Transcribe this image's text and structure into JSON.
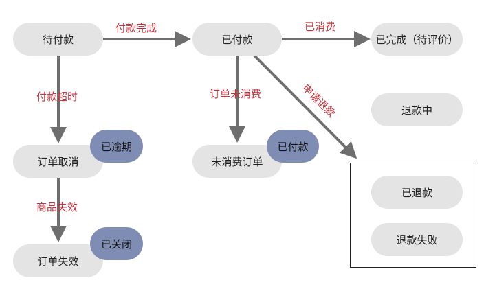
{
  "nodes": {
    "pending_payment": "待付款",
    "paid": "已付款",
    "completed": "已完成（待评价）",
    "refunding": "退款中",
    "order_cancelled": "订单取消",
    "unconsumed_order": "未消费订单",
    "refunded": "已退款",
    "refund_failed": "退款失败",
    "order_invalid": "订单失效"
  },
  "badges": {
    "overdue": "已逾期",
    "paid": "已付款",
    "closed": "已关闭"
  },
  "edge_labels": {
    "payment_complete": "付款完成",
    "consumed": "已消费",
    "apply_refund": "申请退款",
    "payment_timeout": "付款超时",
    "order_unconsumed": "订单未消费",
    "product_invalid": "商品失效"
  },
  "colors": {
    "node_fill": "#e4e4e4",
    "badge_fill": "#7f8db4",
    "label_text": "#c8303a",
    "arrow": "#6e6e6e"
  }
}
